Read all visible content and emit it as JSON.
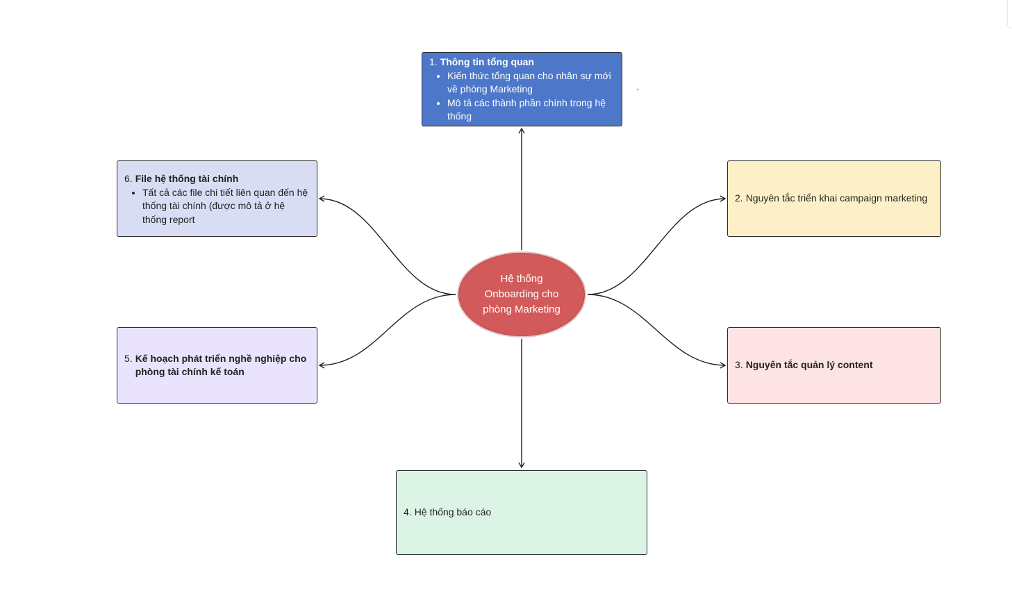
{
  "center": {
    "label": "Hệ thống Onboarding cho phòng Marketing",
    "color": "#d35a5a"
  },
  "nodes": {
    "n1": {
      "num": "1.",
      "title": "Thông tin tổng quan",
      "bullets": [
        "Kiến thức tổng quan cho nhân sự mới về phòng Marketing",
        "Mô tả các thành phần chính trong hệ thống"
      ],
      "color": "#4d78c9"
    },
    "n2": {
      "num": "2.",
      "title": "Nguyên tắc triển khai campaign marketing",
      "color": "#fdf0c8"
    },
    "n3": {
      "num": "3.",
      "title": "Nguyên tắc quản lý content",
      "color": "#fde3e3"
    },
    "n4": {
      "num": "4.",
      "title": "Hệ thống báo cáo",
      "color": "#dcf4e5"
    },
    "n5": {
      "num": "5.",
      "title": "Kế hoạch phát triển nghề nghiệp cho phòng tài chính kế toán",
      "color": "#e9e3fd"
    },
    "n6": {
      "num": "6.",
      "title": "File hệ thống tài chính",
      "bullets": [
        "Tất cả các file chi tiết liên quan đến hệ thống tài chính (được mô tả ở hệ thống report"
      ],
      "color": "#d8ddf4"
    }
  }
}
